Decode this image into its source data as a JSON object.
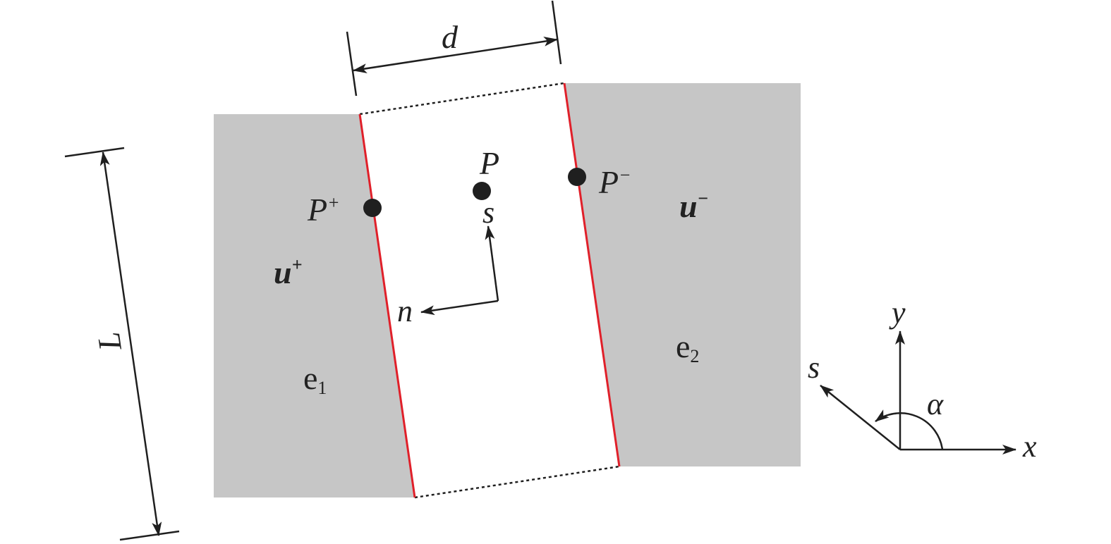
{
  "colors": {
    "element_fill": "#c6c6c6",
    "interface_line": "#e0202a",
    "ink": "#1f1f1f",
    "background": "#ffffff"
  },
  "labels": {
    "d": "d",
    "L": "L",
    "P": "P",
    "P_plus_base": "P",
    "P_plus_sup": "+",
    "P_minus_base": "P",
    "P_minus_sup": "−",
    "u_plus_base": "u",
    "u_plus_sup": "+",
    "u_minus_base": "u",
    "u_minus_sup": "−",
    "s_local": "s",
    "n_local": "n",
    "e1_base": "e",
    "e1_sub": "1",
    "e2_base": "e",
    "e2_sub": "2",
    "x_axis": "x",
    "y_axis": "y",
    "s_axis": "s",
    "alpha": "α"
  }
}
